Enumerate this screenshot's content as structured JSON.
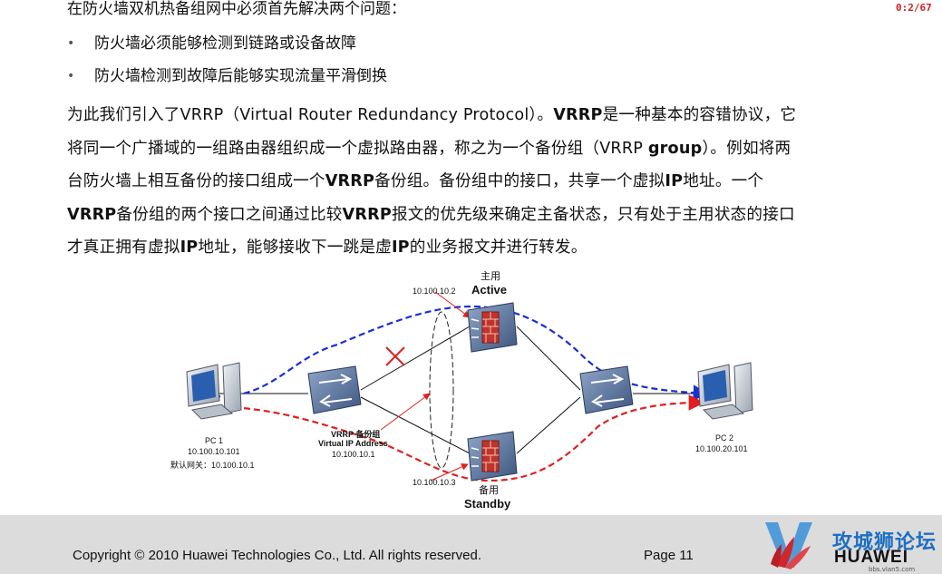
{
  "slide_counter": "0:2/67",
  "intro": "在防火墙双机热备组网中必须首先解决两个问题：",
  "bullets": [
    "防火墙必须能够检测到链路或设备故障",
    "防火墙检测到故障后能够实现流量平滑倒换"
  ],
  "paragraph": {
    "line1_a": "为此我们引入了VRRP（Virtual Router Redundancy Protocol）。",
    "line1_b": "VRRP",
    "line1_c": "是一种基本的容错协议，它",
    "line2_a": "将同一个广播域的一组路由器组织成一个虚拟路由器，称之为一个备份组（VRRP ",
    "line2_b": "group",
    "line2_c": "）。例如将两",
    "line3_a": "台防火墙上相互备份的接口组成一个",
    "line3_b": "VRRP",
    "line3_c": "备份组。备份组中的接口，共享一个虚拟",
    "line3_d": "IP",
    "line3_e": "地址。一个",
    "line4_a": "VRRP",
    "line4_b": "备份组的两个接口之间通过比较",
    "line4_c": "VRRP",
    "line4_d": "报文的优先级来确定主备状态，只有处于主用状态的接口",
    "line5_a": "才真正拥有虚拟",
    "line5_b": "IP",
    "line5_c": "地址，能够接收下一跳是虚",
    "line5_d": "IP",
    "line5_e": "的业务报文并进行转发。"
  },
  "diagram": {
    "active_cn": "主用",
    "active_en": "Active",
    "standby_cn": "备用",
    "standby_en": "Standby",
    "active_ip": "10.100.10.2",
    "standby_ip": "10.100.10.3",
    "vrrp_group": "VRRP 备份组",
    "virtual_ip_label": "Virtual IP Address",
    "virtual_ip": "10.100.10.1",
    "pc1_name": "PC 1",
    "pc1_ip": "10.100.10.101",
    "pc1_gateway": "默认网关：10.100.10.1",
    "pc2_name": "PC 2",
    "pc2_ip": "10.100.20.101"
  },
  "footer": {
    "copyright": "Copyright © 2010 Huawei Technologies Co., Ltd. All rights reserved.",
    "page": "Page 11",
    "forum_name": "攻城狮论坛",
    "brand": "HUAWEI",
    "forum_url": "bbs.vlan5.com"
  },
  "colors": {
    "active_path": "#1a2fd6",
    "standby_path": "#e02020",
    "counter": "#cc2222",
    "forum": "#1e6fc2"
  }
}
